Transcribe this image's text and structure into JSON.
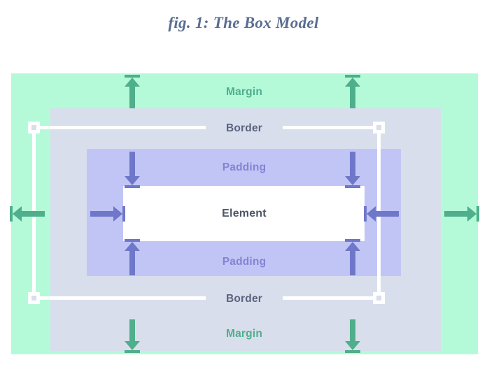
{
  "figure": {
    "title": "fig. 1: The Box Model"
  },
  "regions": {
    "margin": {
      "label": "Margin",
      "color": "#B4FAD9",
      "text_color": "#4FAE8C"
    },
    "border": {
      "label": "Border",
      "color": "#D9DEEC",
      "text_color": "#5A6480"
    },
    "padding": {
      "label": "Padding",
      "color": "#C1C5F6",
      "text_color": "#8285D2"
    },
    "element": {
      "label": "Element",
      "color": "#FFFFFF",
      "text_color": "#4E5668"
    }
  },
  "arrows": {
    "margin_color": "#4FAE8C",
    "padding_color": "#6F77C9",
    "items": [
      {
        "name": "margin-arrow-top-left",
        "direction": "up",
        "group": "margin"
      },
      {
        "name": "margin-arrow-top-right",
        "direction": "up",
        "group": "margin"
      },
      {
        "name": "margin-arrow-bottom-left",
        "direction": "down",
        "group": "margin"
      },
      {
        "name": "margin-arrow-bottom-right",
        "direction": "down",
        "group": "margin"
      },
      {
        "name": "margin-arrow-left",
        "direction": "left",
        "group": "margin"
      },
      {
        "name": "margin-arrow-right",
        "direction": "right",
        "group": "margin"
      },
      {
        "name": "padding-arrow-top-left",
        "direction": "down",
        "group": "padding"
      },
      {
        "name": "padding-arrow-top-right",
        "direction": "down",
        "group": "padding"
      },
      {
        "name": "padding-arrow-bottom-left",
        "direction": "up",
        "group": "padding"
      },
      {
        "name": "padding-arrow-bottom-right",
        "direction": "up",
        "group": "padding"
      },
      {
        "name": "padding-arrow-left",
        "direction": "right",
        "group": "padding"
      },
      {
        "name": "padding-arrow-right",
        "direction": "left",
        "group": "padding"
      }
    ]
  },
  "border_handles": {
    "count": 4,
    "names": [
      "corner-handle-top-left",
      "corner-handle-top-right",
      "corner-handle-bottom-left",
      "corner-handle-bottom-right"
    ]
  }
}
